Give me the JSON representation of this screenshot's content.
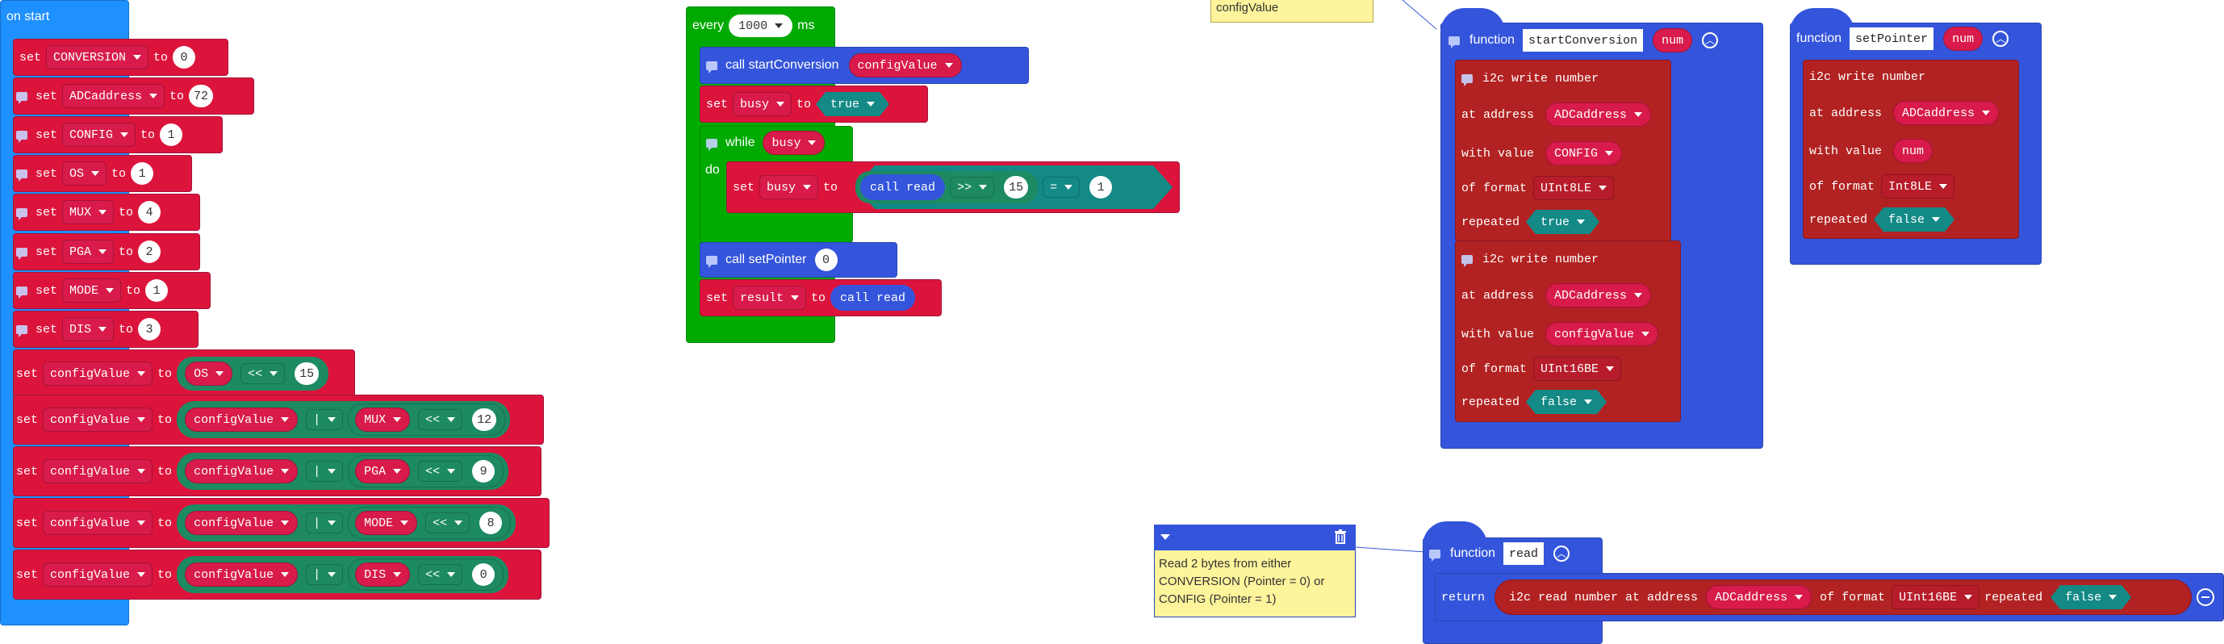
{
  "on_start": {
    "hat": "on start",
    "set_kw": "set",
    "to_kw": "to",
    "simple_sets": [
      {
        "var": "CONVERSION",
        "value": "0"
      },
      {
        "var": "ADCaddress",
        "value": "72"
      },
      {
        "var": "CONFIG",
        "value": "1"
      },
      {
        "var": "OS",
        "value": "1"
      },
      {
        "var": "MUX",
        "value": "4"
      },
      {
        "var": "PGA",
        "value": "2"
      },
      {
        "var": "MODE",
        "value": "1"
      },
      {
        "var": "DIS",
        "value": "3"
      }
    ],
    "first_expr": {
      "var": "configValue",
      "operand": "OS",
      "op": "<<",
      "value": "15"
    },
    "or_exprs": [
      {
        "var": "configValue",
        "left": "configValue",
        "or_op": "|",
        "operand": "MUX",
        "shift_op": "<<",
        "value": "12"
      },
      {
        "var": "configValue",
        "left": "configValue",
        "or_op": "|",
        "operand": "PGA",
        "shift_op": "<<",
        "value": "9"
      },
      {
        "var": "configValue",
        "left": "configValue",
        "or_op": "|",
        "operand": "MODE",
        "shift_op": "<<",
        "value": "8"
      },
      {
        "var": "configValue",
        "left": "configValue",
        "or_op": "|",
        "operand": "DIS",
        "shift_op": "<<",
        "value": "0"
      }
    ]
  },
  "every": {
    "kw": "every",
    "interval": "1000",
    "unit": "ms",
    "call_start": {
      "kw": "call startConversion",
      "arg": "configValue"
    },
    "set_busy": {
      "set": "set",
      "var": "busy",
      "to": "to",
      "value": "true"
    },
    "while": {
      "kw": "while",
      "cond": "busy",
      "do": "do"
    },
    "inner_set": {
      "set": "set",
      "var": "busy",
      "to": "to",
      "call": "call read",
      "shift_op": ">>",
      "shift_val": "15",
      "eq_op": "=",
      "eq_val": "1"
    },
    "call_pointer": {
      "kw": "call setPointer",
      "arg": "0"
    },
    "set_result": {
      "set": "set",
      "var": "result",
      "to": "to",
      "call": "call read"
    }
  },
  "note_top": {
    "text": "configValue"
  },
  "fn_start": {
    "kw": "function",
    "name": "startConversion",
    "param": "num",
    "write1": {
      "title": "i2c write number",
      "addr_kw": "at address",
      "addr": "ADCaddress",
      "val_kw": "with value",
      "val": "CONFIG",
      "fmt_kw": "of format",
      "fmt": "UInt8LE",
      "rep_kw": "repeated",
      "rep": "true"
    },
    "write2": {
      "title": "i2c write number",
      "addr_kw": "at address",
      "addr": "ADCaddress",
      "val_kw": "with value",
      "val": "configValue",
      "fmt_kw": "of format",
      "fmt": "UInt16BE",
      "rep_kw": "repeated",
      "rep": "false"
    }
  },
  "fn_pointer": {
    "kw": "function",
    "name": "setPointer",
    "param": "num",
    "write": {
      "title": "i2c write number",
      "addr_kw": "at address",
      "addr": "ADCaddress",
      "val_kw": "with value",
      "val": "num",
      "fmt_kw": "of format",
      "fmt": "Int8LE",
      "rep_kw": "repeated",
      "rep": "false"
    }
  },
  "note_read": {
    "text": "Read 2 bytes from either CONVERSION (Pointer = 0) or CONFIG (Pointer = 1)"
  },
  "fn_read": {
    "kw": "function",
    "name": "read",
    "ret_kw": "return",
    "read_kw": "i2c read number at address",
    "addr": "ADCaddress",
    "fmt_kw": "of format",
    "fmt": "UInt16BE",
    "rep_kw": "repeated",
    "rep": "false"
  },
  "colors": {
    "events": "#1e90ff",
    "variables": "#dc143c",
    "loops": "#00aa00",
    "functions": "#3455db",
    "pins": "#b22222",
    "math": "#1d8a62",
    "logic": "#148a86"
  }
}
